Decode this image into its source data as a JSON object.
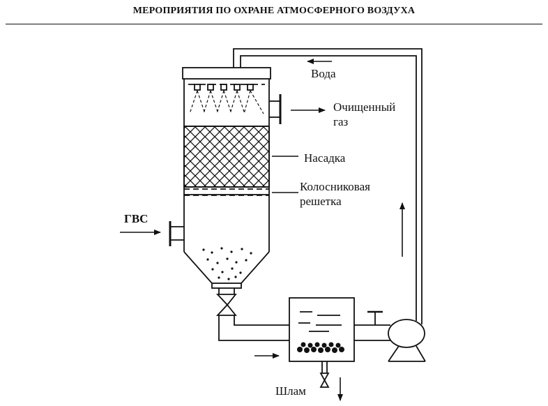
{
  "header": {
    "title": "МЕРОПРИЯТИЯ ПО ОХРАНЕ АТМОСФЕРНОГО ВОЗДУХА"
  },
  "diagram": {
    "labels": {
      "water": "Вода",
      "clean_gas_1": "Очищенный",
      "clean_gas_2": "газ",
      "packing": "Насадка",
      "grate_1": "Колосниковая",
      "grate_2": "решетка",
      "gas_inlet": "ГВС",
      "sludge": "Шлам"
    }
  },
  "colors": {
    "ink": "#111111",
    "background": "#ffffff"
  }
}
